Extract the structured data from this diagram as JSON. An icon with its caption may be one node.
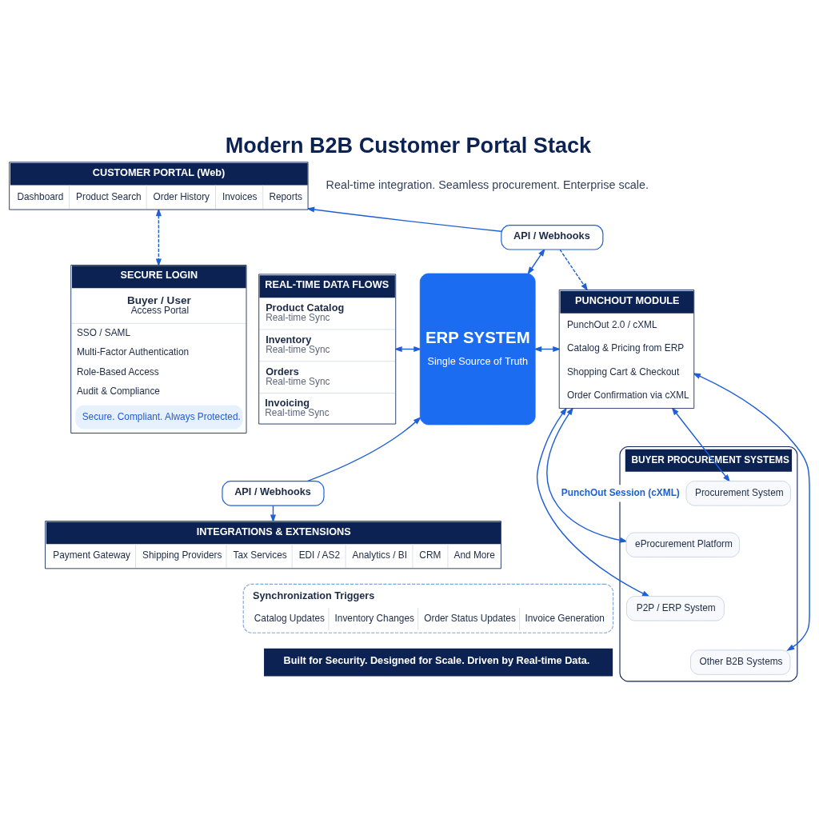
{
  "diagram": {
    "title": "Modern B2B Customer Portal Stack",
    "nodes": [
      {
        "text": [
          "CUSTOMER PORTAL (Web)",
          "Dashboard",
          "Product Search",
          "Order History",
          "Invoices",
          "Reports"
        ]
      },
      {
        "text": [
          "SECURE LOGIN",
          "Buyer / User",
          "Access Portal",
          "SSO / SAML",
          "Multi-Factor Authentication",
          "Role-Based Access",
          "Audit & Compliance",
          "Secure. Compliant. Always Protected."
        ]
      },
      {
        "text": [
          "API / Webhooks"
        ]
      },
      {
        "text": [
          "BUYER PROCUREMENT SYSTEMS"
        ]
      },
      {
        "text": [
          "Procurement System"
        ],
        "in": 3
      },
      {
        "text": [
          "eProcurement Platform"
        ],
        "in": 3
      },
      {
        "text": [
          "P2P / ERP System"
        ],
        "in": 3
      },
      {
        "text": [
          "Other B2B Systems"
        ],
        "in": 3
      },
      {
        "text": [
          "REAL-TIME DATA FLOWS",
          "Product Catalog",
          "Real-time Sync",
          "Inventory",
          "Real-time Sync",
          "Orders",
          "Real-time Sync",
          "Invoicing",
          "Real-time Sync"
        ]
      },
      {
        "text": [
          "ERP SYSTEM",
          "Single Source of Truth"
        ]
      },
      {
        "text": [
          "PUNCHOUT MODULE",
          "PunchOut 2.0 / cXML",
          "Catalog & Pricing from ERP",
          "Shopping Cart & Checkout",
          "Order Confirmation via cXML"
        ]
      },
      {
        "text": [
          "API / Webhooks"
        ]
      },
      {
        "text": [
          "INTEGRATIONS & EXTENSIONS",
          "Payment Gateway",
          "Shipping Providers",
          "Tax Services",
          "EDI / AS2",
          "Analytics / BI",
          "CRM",
          "And More"
        ]
      },
      {
        "text": [
          "Synchronization Triggers",
          "Catalog Updates",
          "Inventory Changes",
          "Order Status Updates",
          "Invoice Generation"
        ]
      }
    ],
    "edges": [
      {
        "from": 0,
        "to": 1,
        "arrow": "both",
        "style": "dashed"
      },
      {
        "from": 2,
        "to": 0,
        "arrow": "to"
      },
      {
        "from": 2,
        "to": 10,
        "arrow": "to",
        "style": "dashed"
      },
      {
        "from": 2,
        "to": 9,
        "arrow": "both"
      },
      {
        "from": 8,
        "to": 9,
        "arrow": "both"
      },
      {
        "from": 9,
        "to": 10,
        "arrow": "both"
      },
      {
        "from": 10,
        "to": 4,
        "arrow": "both"
      },
      {
        "from": 10,
        "to": 5,
        "arrow": "both",
        "label": "PunchOut Session (cXML)"
      },
      {
        "from": 10,
        "to": 6,
        "arrow": "both"
      },
      {
        "from": 10,
        "to": 7,
        "arrow": "both"
      },
      {
        "from": 11,
        "to": 9,
        "arrow": "to"
      },
      {
        "from": 11,
        "to": 12,
        "arrow": "to"
      }
    ],
    "labels": [
      "Real-time integration. Seamless procurement. Enterprise scale.",
      "Built for Security. Designed for Scale. Driven by Real-time Data."
    ]
  }
}
